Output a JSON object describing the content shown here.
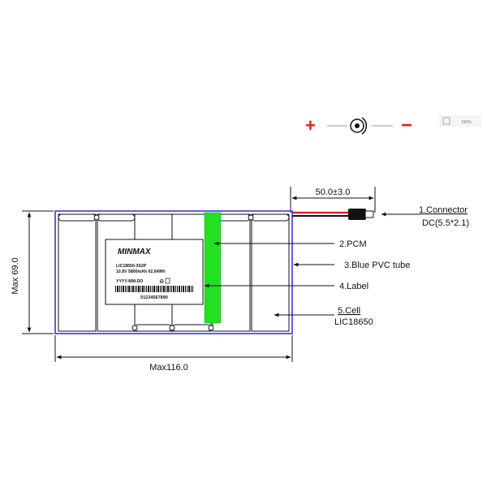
{
  "polarity": {
    "plus": "+",
    "minus": "−"
  },
  "zoom_badge": "150%",
  "dimensions": {
    "wire_length": "50.0±3.0",
    "width": "Max116.0",
    "height": "Max 69.0"
  },
  "callouts": {
    "connector": "1.Connector",
    "connector_spec": "DC(5.5*2.1)",
    "pcm": "2.PCM",
    "pvc_tube": "3.Blue PVC tube",
    "label": "4.Label",
    "cell": "5.Cell",
    "cell_spec": "LIC18650"
  },
  "product_label": {
    "brand": "MINMAX",
    "model": "LIC18650-3S2P",
    "spec": "10.8V 5800mAh 62.64Wh",
    "date": "YYYY-MM-DD",
    "barcode_number": "01234567890"
  },
  "colors": {
    "pvc_tube": "#2b2bd6",
    "pcm": "#22e022",
    "polarity_plus": "#e02020",
    "polarity_minus": "#e02020",
    "wire_red": "#d81b1b",
    "line": "#111111"
  }
}
